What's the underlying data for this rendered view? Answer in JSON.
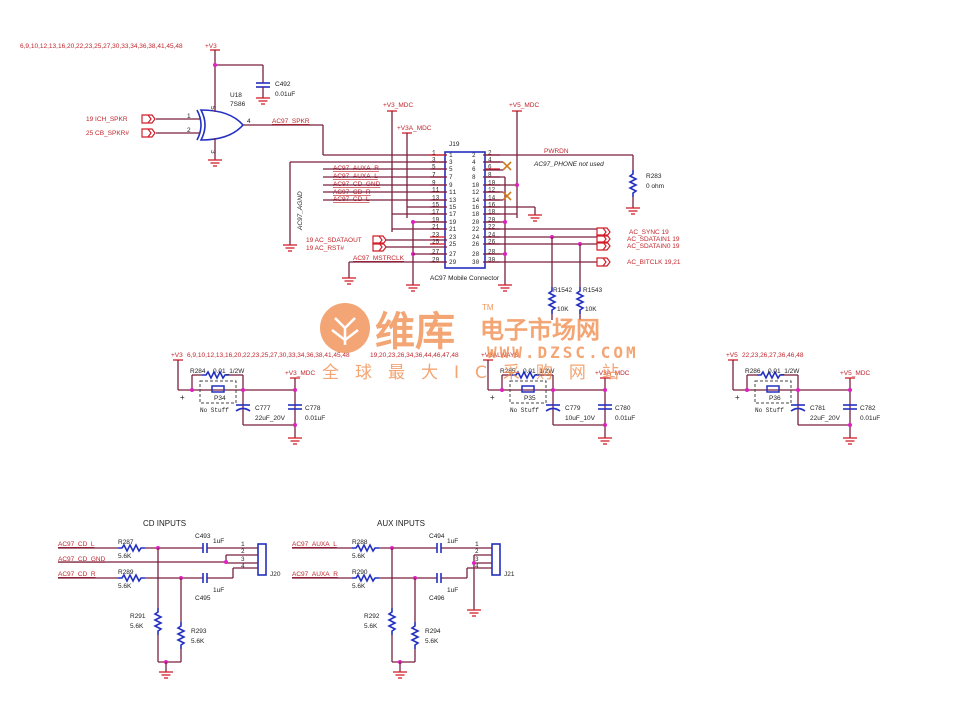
{
  "top": {
    "pin_list_v3": "6,9,10,12,13,16,20,22,23,25,27,30,33,34,36,38,41,45,48",
    "v3": "+V3",
    "u18": {
      "ref": "U18",
      "part": "7S86",
      "pin_in1": "1",
      "pin_in2": "2",
      "pin_out": "4",
      "pin_vcc": "5",
      "pin_gnd": "3"
    },
    "c492": {
      "ref": "C492",
      "value": "0.01uF"
    },
    "ich_spkr": "19  ICH_SPKR",
    "cb_spkr": "25  CB_SPKR#",
    "ac97_spkr": "AC97_SPKR",
    "v3_mdc": "+V3_MDC",
    "v3a_mdc": "+V3A_MDC",
    "v5_mdc": "+V5_MDC",
    "ac97_agnd": "AC97_AGND"
  },
  "j19": {
    "ref": "J19",
    "caption": "AC97 Mobile Connector",
    "left_pins": [
      "1",
      "3",
      "5",
      "7",
      "9",
      "11",
      "13",
      "15",
      "17",
      "19",
      "21",
      "23",
      "25",
      "27",
      "29"
    ],
    "right_pins": [
      "2",
      "4",
      "6",
      "8",
      "10",
      "12",
      "14",
      "16",
      "18",
      "20",
      "22",
      "24",
      "26",
      "28",
      "30"
    ],
    "left_nets": [
      "",
      "",
      "AC97_AUXA_R",
      "AC97_AUXA_L",
      "AC97_CD_GND",
      "AC97_CD_R",
      "AC97_CD_L"
    ],
    "pwrdn": "PWRDN",
    "phone_note": "AC97_PHONE not used",
    "sdataout": "19  AC_SDATAOUT",
    "rst": "19  AC_RST#",
    "mstrclk": "AC97_MSTRCLK",
    "ac_sync": "AC_SYNC  19",
    "ac_sdatain1": "AC_SDATAIN1  19",
    "ac_sdatain0": "AC_SDATAIN0  19",
    "ac_bitclk": "AC_BITCLK  19,21"
  },
  "r283": {
    "ref": "R283",
    "value": "0 ohm"
  },
  "r1542": {
    "ref": "R1542",
    "value": "10K"
  },
  "r1543": {
    "ref": "R1543",
    "value": "10K"
  },
  "watermark": {
    "brand_cn": "维库",
    "brand_cn2": "电子市场网",
    "tm": "TM",
    "url": "WWW.DZSC.COM",
    "slogan": "全球最大IC采购网站"
  },
  "power": [
    {
      "source": "+V3",
      "pins": "6,9,10,12,13,16,20,22,23,25,27,30,33,34,36,38,41,45,48",
      "resistor": "R284",
      "resistor_value": "0.01_1/2W",
      "jumper": "P34",
      "no_stuff": "No Stuff",
      "out": "+V3_MDC",
      "cap1": "C777",
      "cap1_value": "22uF_20V",
      "cap2": "C778",
      "cap2_value": "0.01uF",
      "plus": "+"
    },
    {
      "source": "+V3ALWAYS",
      "pins": "19,20,23,26,34,36,44,46,47,48",
      "resistor": "R285",
      "resistor_value": "0.01_1/2W",
      "jumper": "P35",
      "no_stuff": "No Stuff",
      "out": "+V3A_MDC",
      "cap1": "C779",
      "cap1_value": "10uF_10V",
      "cap2": "C780",
      "cap2_value": "0.01uF",
      "plus": "+"
    },
    {
      "source": "+V5",
      "pins": "22,23,26,27,36,46,48",
      "resistor": "R286",
      "resistor_value": "0.01_1/2W",
      "jumper": "P36",
      "no_stuff": "No Stuff",
      "out": "+V5_MDC",
      "cap1": "C781",
      "cap1_value": "22uF_20V",
      "cap2": "C782",
      "cap2_value": "0.01uF",
      "plus": "+"
    }
  ],
  "cd_inputs": {
    "title": "CD INPUTS",
    "net_l": "AC97_CD_L",
    "net_gnd": "AC97_CD_GND",
    "net_r": "AC97_CD_R",
    "r_l": "R287",
    "r_l_value": "5.6K",
    "r_r": "R289",
    "r_r_value": "5.6K",
    "c_l": "C493",
    "c_l_value": "1uF",
    "c_r": "C495",
    "c_r_value": "1uF",
    "r_pd1": "R291",
    "r_pd1_value": "5.6K",
    "r_pd2": "R293",
    "r_pd2_value": "5.6K",
    "conn": "J20",
    "pins": [
      "1",
      "2",
      "3",
      "4"
    ]
  },
  "aux_inputs": {
    "title": "AUX INPUTS",
    "net_l": "AC97_AUXA_L",
    "net_r": "AC97_AUXA_R",
    "r_l": "R288",
    "r_l_value": "5.6K",
    "r_r": "R290",
    "r_r_value": "5.6K",
    "c_l": "C494",
    "c_l_value": "1uF",
    "c_r": "C496",
    "c_r_value": "1uF",
    "r_pd1": "R292",
    "r_pd1_value": "5.6K",
    "r_pd2": "R294",
    "r_pd2_value": "5.6K",
    "conn": "J21",
    "pins": [
      "1",
      "2",
      "3",
      "4"
    ]
  }
}
